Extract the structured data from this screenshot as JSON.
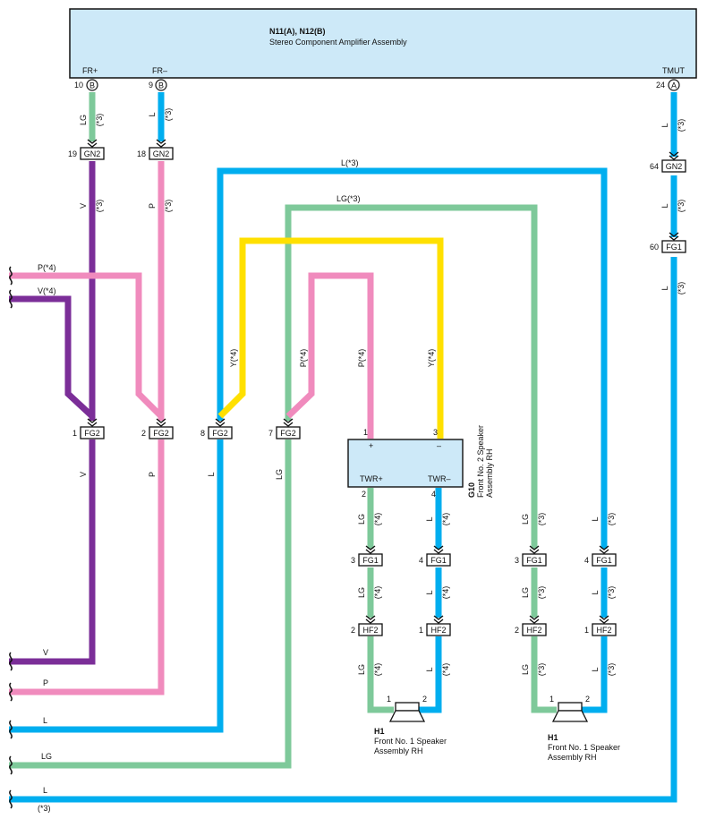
{
  "colors": {
    "LG": "#7ec99a",
    "L": "#00aeef",
    "V": "#7b2e98",
    "P": "#f08bbd",
    "Y": "#ffe000",
    "component_fill": "#cde9f8"
  },
  "amplifier": {
    "code": "N11(A), N12(B)",
    "name": "Stereo Component Amplifier Assembly",
    "terminals": [
      {
        "label": "FR+",
        "pin": "10",
        "conn": "B"
      },
      {
        "label": "FR–",
        "pin": "9",
        "conn": "B"
      },
      {
        "label": "TMUT",
        "pin": "24",
        "conn": "A"
      }
    ]
  },
  "tweeter": {
    "code": "G10",
    "name_line1": "Front No. 2 Speaker",
    "name_line2": "Assembly RH",
    "plus": "+",
    "minus": "–",
    "twr_plus": "TWR+",
    "twr_minus": "TWR–",
    "pin1": "1",
    "pin3": "3",
    "pin2": "2",
    "pin4": "4"
  },
  "speakers": [
    {
      "code": "H1",
      "line1": "Front No. 1 Speaker",
      "line2": "Assembly RH",
      "pin1": "1",
      "pin2": "2"
    },
    {
      "code": "H1",
      "line1": "Front No. 1 Speaker",
      "line2": "Assembly RH",
      "pin1": "1",
      "pin2": "2"
    }
  ],
  "connectors": {
    "gn2_19": {
      "name": "GN2",
      "pin": "19"
    },
    "gn2_18": {
      "name": "GN2",
      "pin": "18"
    },
    "gn2_64": {
      "name": "GN2",
      "pin": "64"
    },
    "fg1_60": {
      "name": "FG1",
      "pin": "60"
    },
    "fg2_1": {
      "name": "FG2",
      "pin": "1"
    },
    "fg2_2": {
      "name": "FG2",
      "pin": "2"
    },
    "fg2_8": {
      "name": "FG2",
      "pin": "8"
    },
    "fg2_7": {
      "name": "FG2",
      "pin": "7"
    },
    "fg1_a": {
      "name": "FG1",
      "pin": "3"
    },
    "fg1_b": {
      "name": "FG1",
      "pin": "4"
    },
    "fg1_c": {
      "name": "FG1",
      "pin": "3"
    },
    "fg1_d": {
      "name": "FG1",
      "pin": "4"
    },
    "hf2_a": {
      "name": "HF2",
      "pin": "2"
    },
    "hf2_b": {
      "name": "HF2",
      "pin": "1"
    },
    "hf2_c": {
      "name": "HF2",
      "pin": "2"
    },
    "hf2_d": {
      "name": "HF2",
      "pin": "1"
    }
  },
  "wire_labels": {
    "lg": "LG",
    "l": "L",
    "v": "V",
    "p": "P",
    "n3": "(*3)",
    "n4": "(*4)",
    "l_n3": "L(*3)",
    "lg_n3": "LG(*3)",
    "p_n4": "P(*4)",
    "v_n4": "V(*4)",
    "y_n4": "Y(*4)",
    "bottom_note": "(*3)"
  }
}
